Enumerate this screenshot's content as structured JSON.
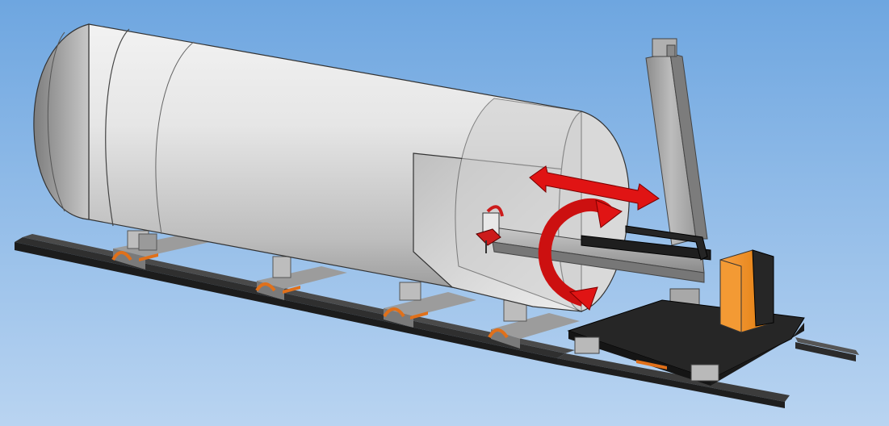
{
  "scene": {
    "background_top": "#6ea6e0",
    "background_bottom": "#b9d4f1",
    "objects": [
      {
        "name": "cylindrical-tank",
        "color": "#d8d8d8"
      },
      {
        "name": "welding-column-boom-manipulator",
        "color": "#a9a9a9"
      },
      {
        "name": "welding-torch-head",
        "color": "#cc1b1b"
      },
      {
        "name": "control-cabinet",
        "color": "#f08a16"
      },
      {
        "name": "base-carriage",
        "color": "#2a2a2a"
      },
      {
        "name": "guide-rails",
        "color": "#3a3a3a"
      },
      {
        "name": "roller-supports",
        "color": "#b0b0b0"
      }
    ],
    "motion_indicators": [
      {
        "name": "boom-travel-arrow",
        "type": "linear",
        "color": "#e01414"
      },
      {
        "name": "tank-rotation-arrow",
        "type": "rotational",
        "color": "#e01414"
      }
    ]
  }
}
